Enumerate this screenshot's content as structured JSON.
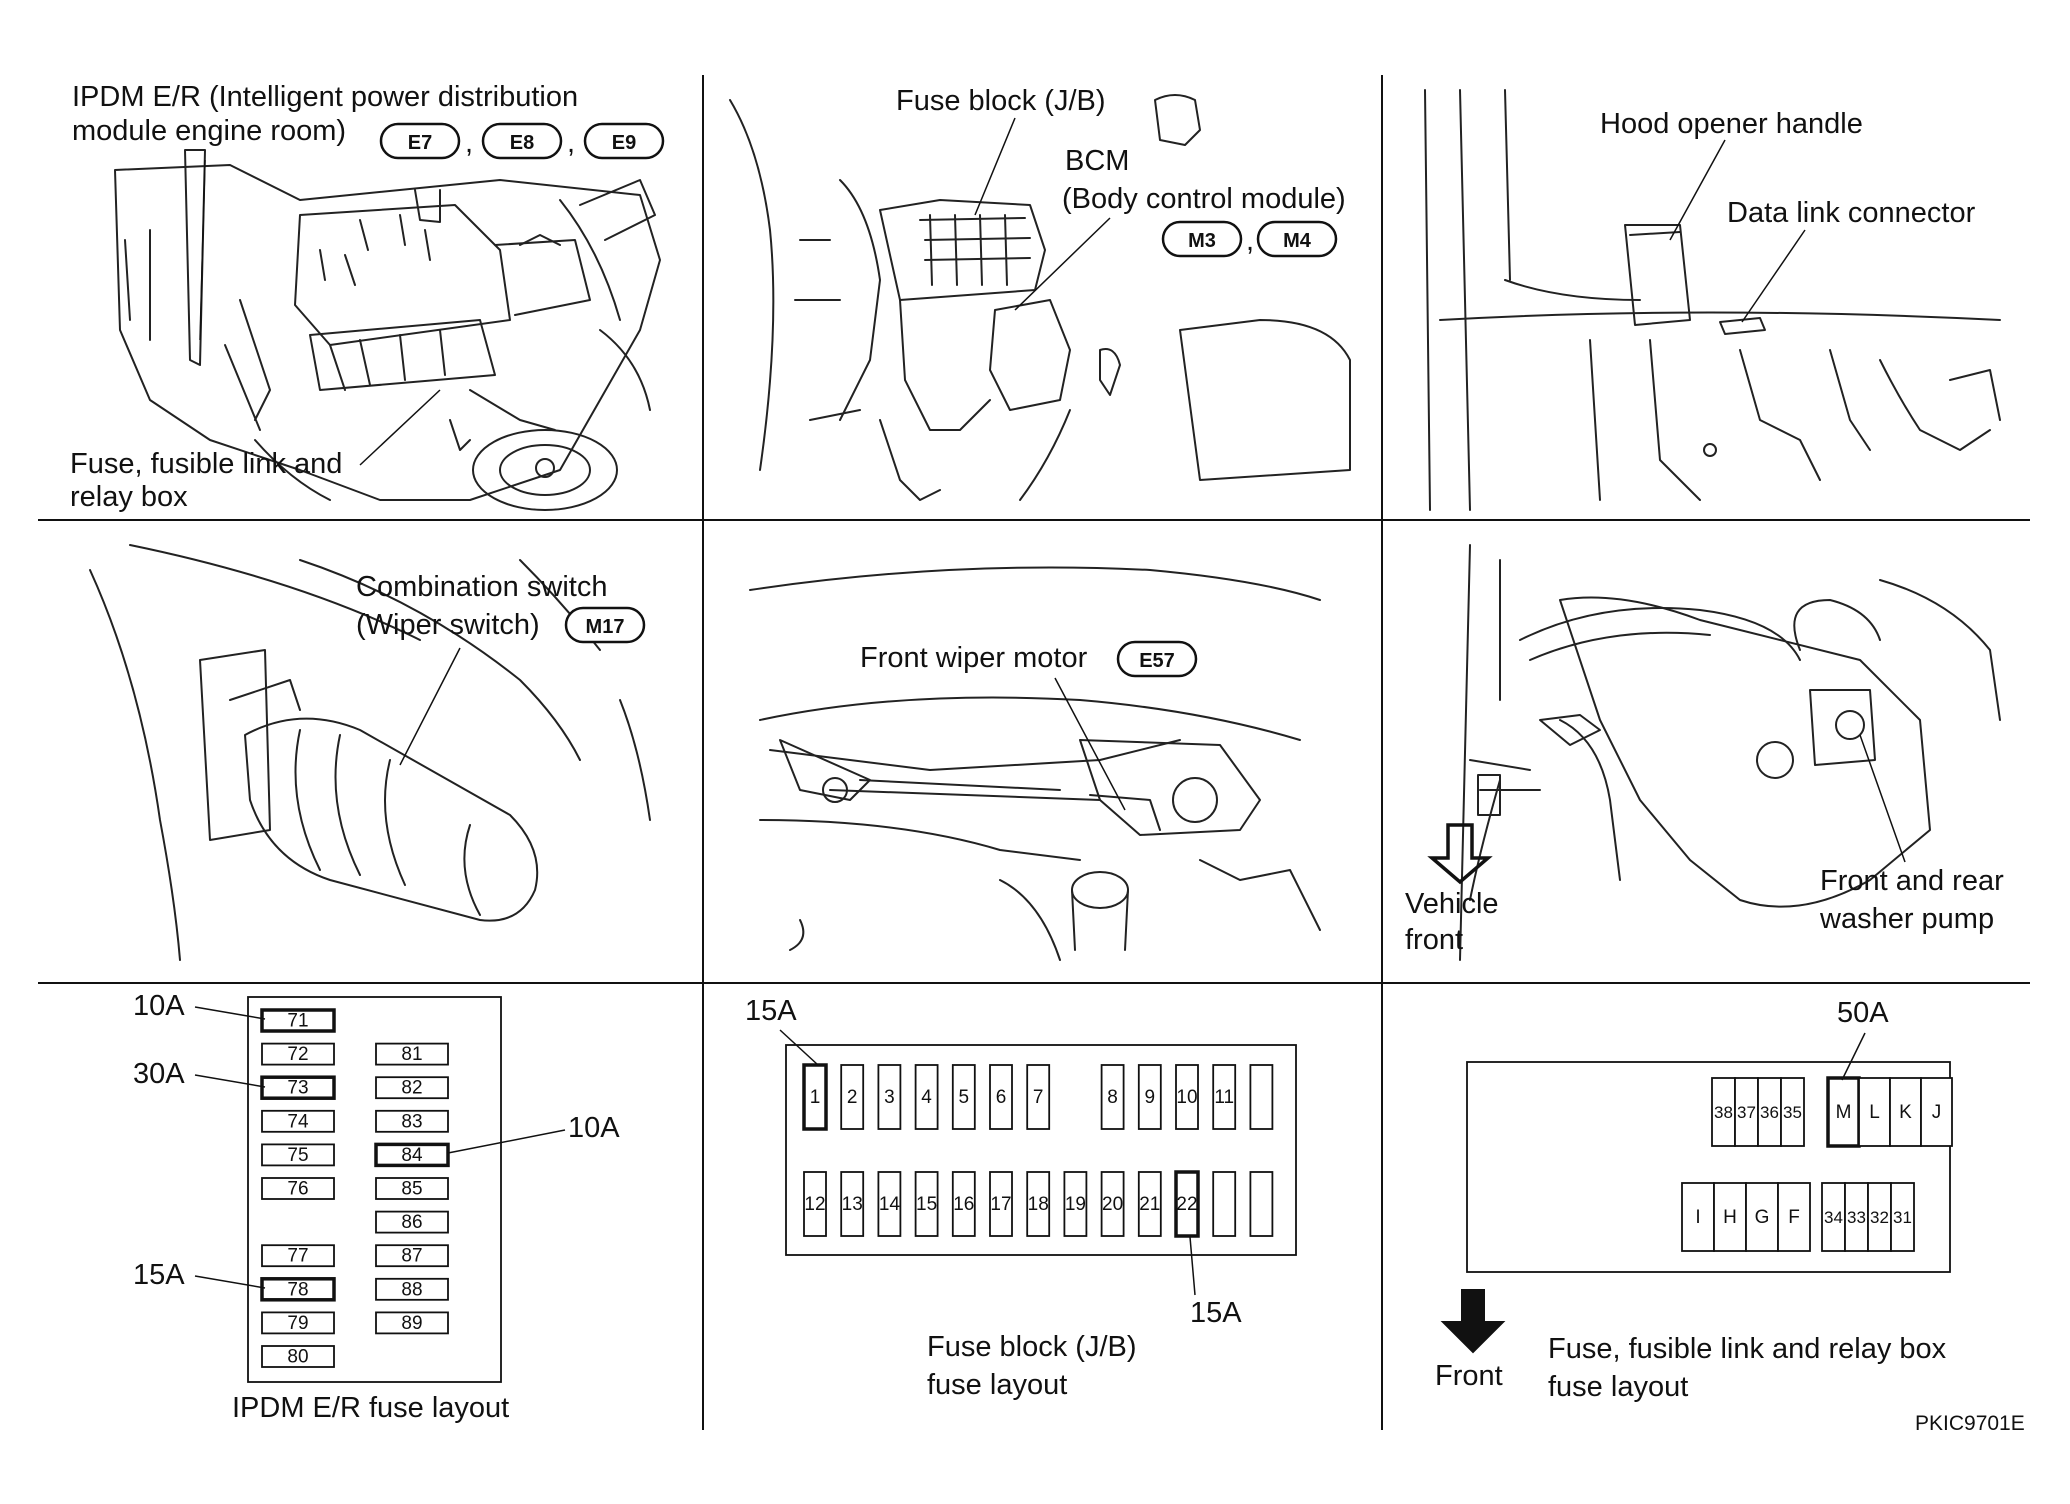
{
  "panels": {
    "ipdm": {
      "label_line1": "IPDM E/R (Intelligent power distribution",
      "label_line2": "module engine room)",
      "connectors": [
        "E7",
        "E8",
        "E9"
      ],
      "fuse_box_line1": "Fuse, fusible link and",
      "fuse_box_line2": "relay box"
    },
    "fuse_block": {
      "label": "Fuse block (J/B)",
      "bcm_line1": "BCM",
      "bcm_line2": "(Body control module)",
      "connectors": [
        "M3",
        "M4"
      ]
    },
    "hood": {
      "hood_label": "Hood opener handle",
      "dlc_label": "Data link connector"
    },
    "combination_switch": {
      "line1": "Combination switch",
      "line2": "(Wiper switch)",
      "connector": "M17"
    },
    "wiper_motor": {
      "label": "Front wiper motor",
      "connector": "E57"
    },
    "washer_pump": {
      "vehicle_front_line1": "Vehicle",
      "vehicle_front_line2": "front",
      "pump_line1": "Front and rear",
      "pump_line2": "washer pump"
    }
  },
  "ipdm_fuse_layout": {
    "caption": "IPDM E/R fuse layout",
    "left_column": [
      "71",
      "72",
      "73",
      "74",
      "75",
      "76",
      "",
      "77",
      "78",
      "79",
      "80"
    ],
    "right_column": [
      "",
      "81",
      "82",
      "83",
      "84",
      "85",
      "86",
      "87",
      "88",
      "89",
      ""
    ],
    "ratings": [
      {
        "text": "10A",
        "fuse": "71"
      },
      {
        "text": "30A",
        "fuse": "73"
      },
      {
        "text": "10A",
        "fuse": "84"
      },
      {
        "text": "15A",
        "fuse": "78"
      }
    ]
  },
  "jb_fuse_layout": {
    "caption_line1": "Fuse block (J/B)",
    "caption_line2": "fuse layout",
    "top_row": [
      "1",
      "2",
      "3",
      "4",
      "5",
      "6",
      "7",
      "",
      "8",
      "9",
      "10",
      "11",
      ""
    ],
    "bottom_row": [
      "12",
      "13",
      "14",
      "15",
      "16",
      "17",
      "18",
      "19",
      "20",
      "21",
      "22",
      "",
      ""
    ],
    "rating_top": "15A",
    "rating_bottom": "15A"
  },
  "relay_box_layout": {
    "caption_line1": "Fuse, fusible link and relay box",
    "caption_line2": "fuse layout",
    "front_label": "Front",
    "rating": "50A",
    "top_small": [
      "38",
      "37",
      "36",
      "35"
    ],
    "top_large": [
      "M",
      "L",
      "K",
      "J"
    ],
    "bottom_large": [
      "I",
      "H",
      "G",
      "F"
    ],
    "bottom_small": [
      "34",
      "33",
      "32",
      "31"
    ]
  },
  "figure_code": "PKIC9701E"
}
